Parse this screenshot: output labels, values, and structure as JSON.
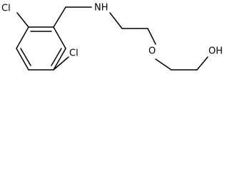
{
  "molecule": {
    "atoms": {
      "cl_top": "Cl",
      "nh": "NH",
      "o_ether": "O",
      "oh": "OH",
      "cl_bottom": "Cl"
    },
    "colors": {
      "bond": "#000000",
      "label": "#000000",
      "background": "#ffffff"
    }
  }
}
